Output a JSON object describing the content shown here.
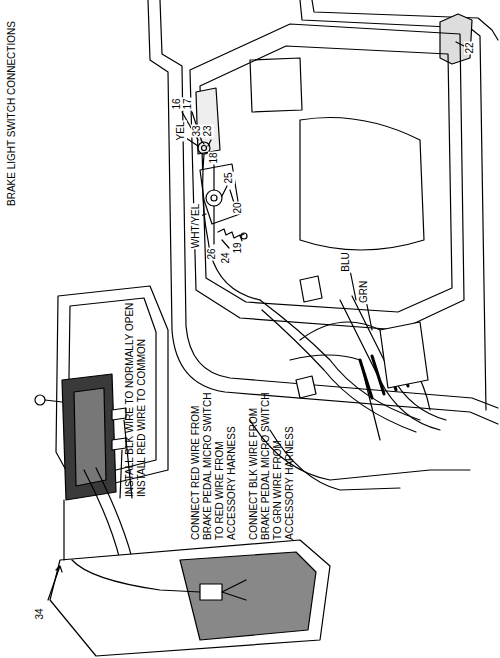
{
  "diagram": {
    "title": "BRAKE LIGHT SWITCH CONNECTIONS",
    "labels": [
      "INSTALL BLK WIRE TO NORMALLY OPEN",
      "INSTALL RED WIRE TO COMMON",
      "CONNECT RED WIRE FROM BRAKE PEDAL MICRO SWITCH TO RED WIRE FROM ACCESSORY HARNESS",
      "CONNECT BLK WIRE FROM BRAKE PEDAL MICRO SWITCH TO GRN WIRE FROM ACCESSORY HARNESS",
      "34",
      "16",
      "17",
      "YEL",
      "33",
      "23",
      "18",
      "26",
      "WHT/YEL",
      "25",
      "20",
      "19",
      "24",
      "22",
      "BLU",
      "GRN"
    ]
  }
}
